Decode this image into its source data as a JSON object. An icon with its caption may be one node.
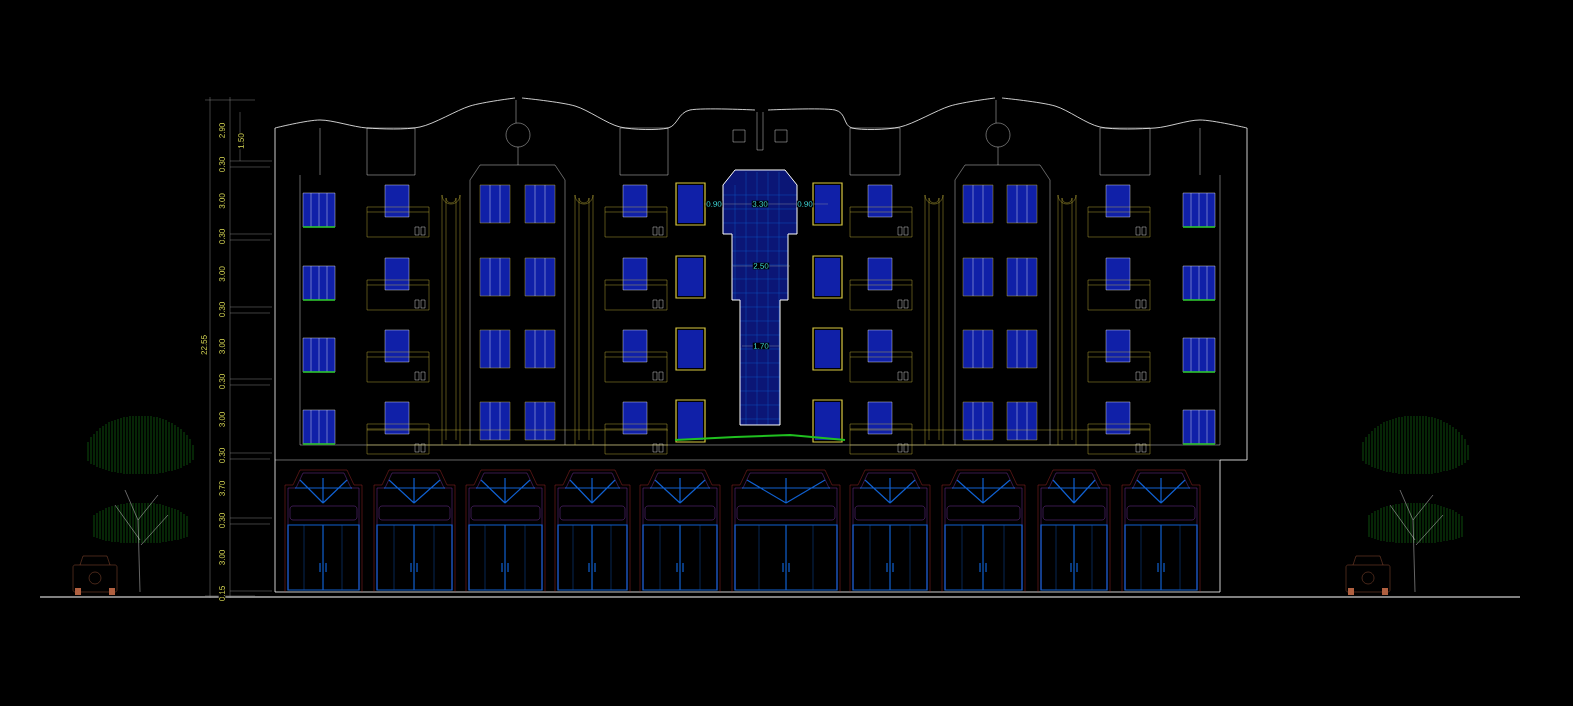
{
  "diagram": {
    "labels": [
      "2.90",
      "0.30",
      "1.50",
      "3.00",
      "0.30",
      "3.00",
      "0.30",
      "3.00",
      "0.30",
      "3.00",
      "0.30",
      "3.70",
      "0.30",
      "3.00",
      "0.15",
      "22.55",
      "0.90",
      "3.30",
      "0.90",
      "2.50",
      "1.70"
    ]
  }
}
